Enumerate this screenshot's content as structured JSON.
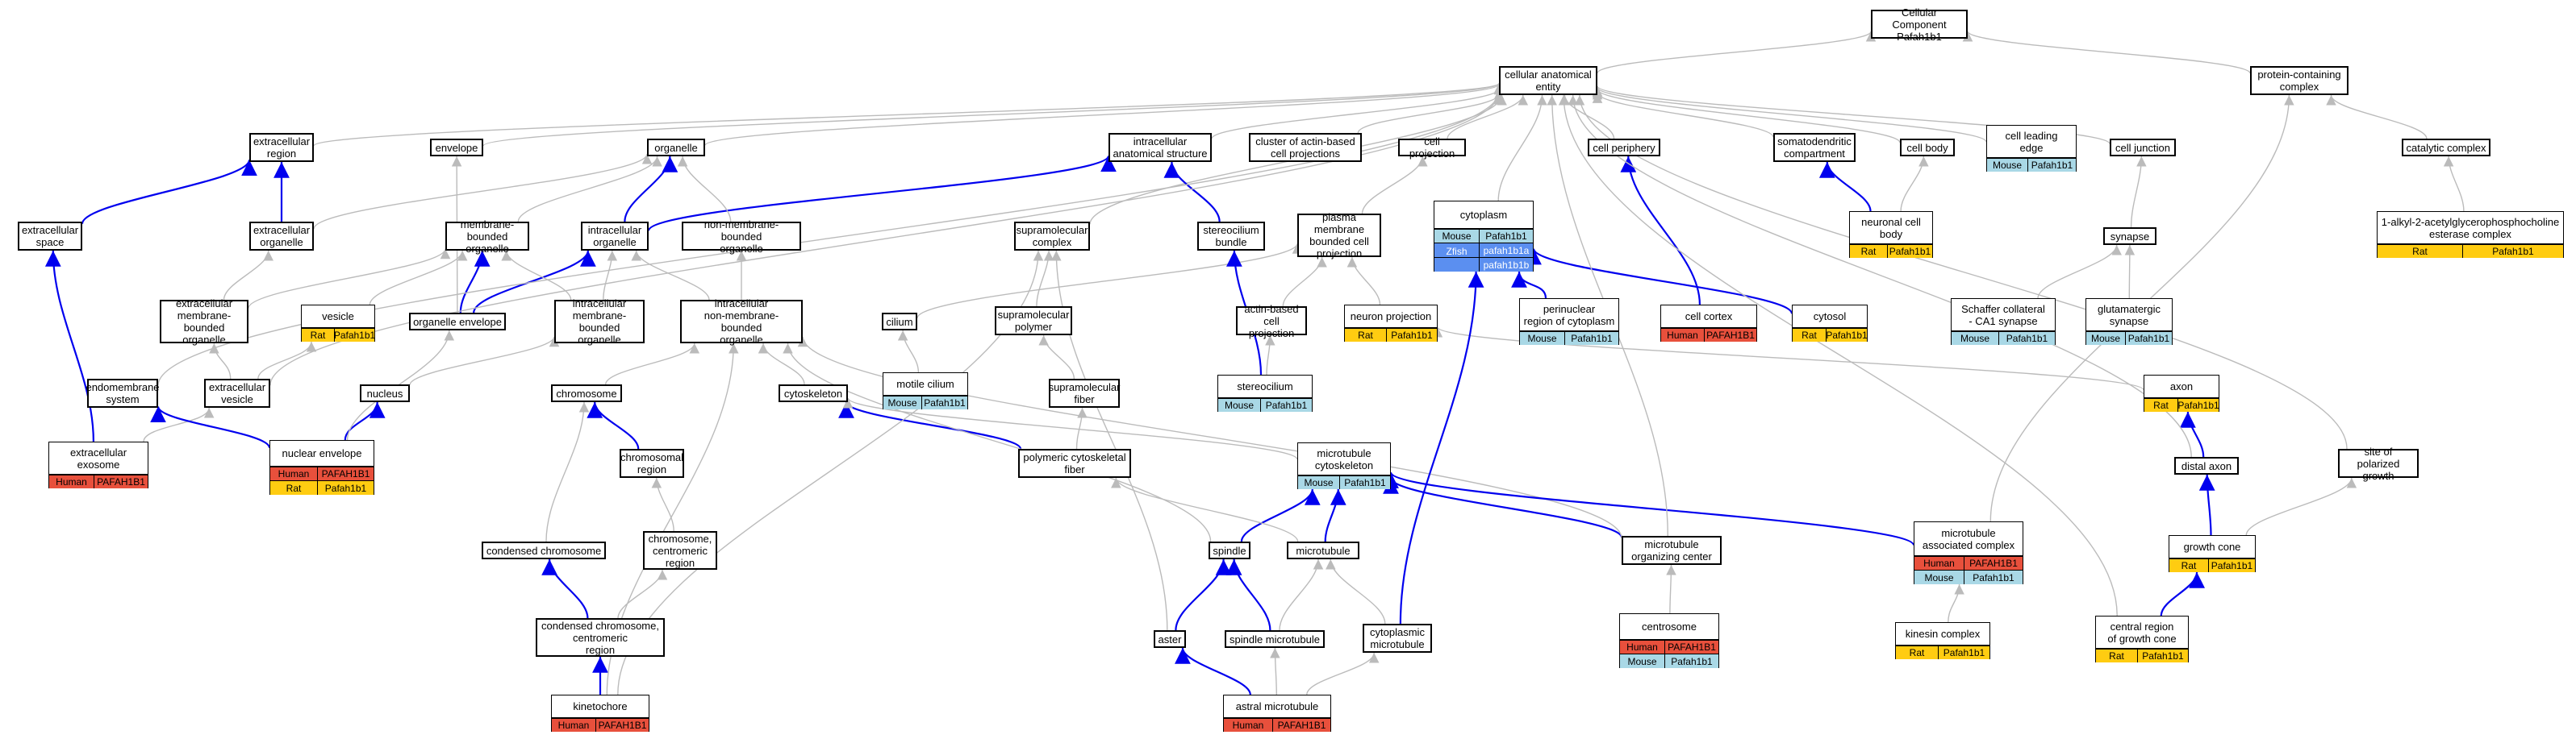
{
  "colors": {
    "human": "#e8503c",
    "mouse": "#a9d8e6",
    "rat": "#ffcc11",
    "zfish": "#5b8ff0",
    "gray_edge": "#bbbbbb",
    "blue_edge": "#0000ee"
  },
  "nodes": [
    {
      "id": "cc",
      "label": "Cellular Component\nPafah1b1"
    },
    {
      "id": "cae",
      "label": "cellular anatomical\nentity"
    },
    {
      "id": "pcc",
      "label": "protein-containing\ncomplex"
    },
    {
      "id": "exr",
      "label": "extracellular\nregion"
    },
    {
      "id": "env",
      "label": "envelope"
    },
    {
      "id": "org",
      "label": "organelle"
    },
    {
      "id": "ias",
      "label": "intracellular\nanatomical structure"
    },
    {
      "id": "cabcp",
      "label": "cluster of actin-based\ncell projections"
    },
    {
      "id": "cpr",
      "label": "cell projection"
    },
    {
      "id": "cper",
      "label": "cell periphery"
    },
    {
      "id": "sdc",
      "label": "somatodendritic\ncompartment"
    },
    {
      "id": "cbody",
      "label": "cell body"
    },
    {
      "id": "cjunc",
      "label": "cell junction"
    },
    {
      "id": "catc",
      "label": "catalytic complex"
    },
    {
      "id": "exs",
      "label": "extracellular\nspace"
    },
    {
      "id": "exo",
      "label": "extracellular\norganelle"
    },
    {
      "id": "mbo",
      "label": "membrane-bounded\norganelle"
    },
    {
      "id": "ico",
      "label": "intracellular\norganelle"
    },
    {
      "id": "nmbo",
      "label": "non-membrane-bounded\norganelle"
    },
    {
      "id": "smc",
      "label": "supramolecular\ncomplex"
    },
    {
      "id": "stb",
      "label": "stereocilium\nbundle"
    },
    {
      "id": "pmbcp",
      "label": "plasma membrane\nbounded cell\nprojection"
    },
    {
      "id": "syn",
      "label": "synapse"
    },
    {
      "id": "exmbo",
      "label": "extracellular\nmembrane-bounded\norganelle"
    },
    {
      "id": "oenv",
      "label": "organelle envelope"
    },
    {
      "id": "imbo",
      "label": "intracellular\nmembrane-bounded\norganelle"
    },
    {
      "id": "inmbo",
      "label": "intracellular\nnon-membrane-bounded\norganelle"
    },
    {
      "id": "cil",
      "label": "cilium"
    },
    {
      "id": "smp",
      "label": "supramolecular\npolymer"
    },
    {
      "id": "abcp",
      "label": "actin-based\ncell projection"
    },
    {
      "id": "ems",
      "label": "endomembrane\nsystem"
    },
    {
      "id": "exv",
      "label": "extracellular\nvesicle"
    },
    {
      "id": "nuc",
      "label": "nucleus"
    },
    {
      "id": "chr",
      "label": "chromosome"
    },
    {
      "id": "csk",
      "label": "cytoskeleton"
    },
    {
      "id": "smf",
      "label": "supramolecular\nfiber"
    },
    {
      "id": "crr",
      "label": "chromosomal\nregion"
    },
    {
      "id": "pcf",
      "label": "polymeric cytoskeletal\nfiber"
    },
    {
      "id": "cchr",
      "label": "condensed chromosome"
    },
    {
      "id": "ccr",
      "label": "chromosome,\ncentromeric\nregion"
    },
    {
      "id": "spd",
      "label": "spindle"
    },
    {
      "id": "mt",
      "label": "microtubule"
    },
    {
      "id": "mtoc",
      "label": "microtubule\norganizing center"
    },
    {
      "id": "ccc",
      "label": "condensed chromosome,\ncentromeric\nregion"
    },
    {
      "id": "ast",
      "label": "aster"
    },
    {
      "id": "spmt",
      "label": "spindle microtubule"
    },
    {
      "id": "cymt",
      "label": "cytoplasmic\nmicrotubule"
    },
    {
      "id": "dax",
      "label": "distal axon"
    },
    {
      "id": "spg",
      "label": "site of polarized\ngrowth"
    }
  ],
  "tables": [
    {
      "id": "clep",
      "label": "cell leading\nedge",
      "rows": [
        [
          {
            "sp": "mouse",
            "text": "Mouse"
          },
          {
            "sp": "mouse",
            "text": "Pafah1b1"
          }
        ]
      ]
    },
    {
      "id": "aapc",
      "label": "1-alkyl-2-acetylglycerophosphocholine\nesterase complex",
      "rows": [
        [
          {
            "sp": "rat",
            "text": "Rat"
          },
          {
            "sp": "rat",
            "text": "Pafah1b1"
          }
        ]
      ]
    },
    {
      "id": "cyto",
      "label": "cytoplasm",
      "special": "zfish",
      "rows": [
        [
          {
            "sp": "mouse",
            "text": "Mouse"
          },
          {
            "sp": "mouse",
            "text": "Pafah1b1"
          }
        ],
        [
          {
            "sp": "zfish",
            "text": "Zfish"
          },
          {
            "sp": "zfish",
            "text": "pafah1b1a"
          }
        ],
        [
          {
            "sp": "zfish",
            "text": ""
          },
          {
            "sp": "zfish",
            "text": "pafah1b1b"
          }
        ]
      ]
    },
    {
      "id": "ncb",
      "label": "neuronal cell\nbody",
      "rows": [
        [
          {
            "sp": "rat",
            "text": "Rat"
          },
          {
            "sp": "rat",
            "text": "Pafah1b1"
          }
        ]
      ]
    },
    {
      "id": "ves",
      "label": "vesicle",
      "rows": [
        [
          {
            "sp": "rat",
            "text": "Rat"
          },
          {
            "sp": "rat",
            "text": "Pafah1b1"
          }
        ]
      ]
    },
    {
      "id": "npj",
      "label": "neuron projection",
      "rows": [
        [
          {
            "sp": "rat",
            "text": "Rat"
          },
          {
            "sp": "rat",
            "text": "Pafah1b1"
          }
        ]
      ]
    },
    {
      "id": "prc",
      "label": "perinuclear\nregion of cytoplasm",
      "rows": [
        [
          {
            "sp": "mouse",
            "text": "Mouse"
          },
          {
            "sp": "mouse",
            "text": "Pafah1b1"
          }
        ]
      ]
    },
    {
      "id": "ccx",
      "label": "cell cortex",
      "rows": [
        [
          {
            "sp": "human",
            "text": "Human"
          },
          {
            "sp": "human",
            "text": "PAFAH1B1"
          }
        ]
      ]
    },
    {
      "id": "cyso",
      "label": "cytosol",
      "rows": [
        [
          {
            "sp": "rat",
            "text": "Rat"
          },
          {
            "sp": "rat",
            "text": "Pafah1b1"
          }
        ]
      ]
    },
    {
      "id": "sch",
      "label": "Schaffer collateral\n- CA1 synapse",
      "rows": [
        [
          {
            "sp": "mouse",
            "text": "Mouse"
          },
          {
            "sp": "mouse",
            "text": "Pafah1b1"
          }
        ]
      ]
    },
    {
      "id": "glu",
      "label": "glutamatergic\nsynapse",
      "rows": [
        [
          {
            "sp": "mouse",
            "text": "Mouse"
          },
          {
            "sp": "mouse",
            "text": "Pafah1b1"
          }
        ]
      ]
    },
    {
      "id": "mcil",
      "label": "motile cilium",
      "rows": [
        [
          {
            "sp": "mouse",
            "text": "Mouse"
          },
          {
            "sp": "mouse",
            "text": "Pafah1b1"
          }
        ]
      ]
    },
    {
      "id": "stc",
      "label": "stereocilium",
      "rows": [
        [
          {
            "sp": "mouse",
            "text": "Mouse"
          },
          {
            "sp": "mouse",
            "text": "Pafah1b1"
          }
        ]
      ]
    },
    {
      "id": "axn",
      "label": "axon",
      "rows": [
        [
          {
            "sp": "rat",
            "text": "Rat"
          },
          {
            "sp": "rat",
            "text": "Pafah1b1"
          }
        ]
      ]
    },
    {
      "id": "exe",
      "label": "extracellular\nexosome",
      "rows": [
        [
          {
            "sp": "human",
            "text": "Human"
          },
          {
            "sp": "human",
            "text": "PAFAH1B1"
          }
        ]
      ]
    },
    {
      "id": "nenv",
      "label": "nuclear envelope",
      "rows": [
        [
          {
            "sp": "human",
            "text": "Human"
          },
          {
            "sp": "human",
            "text": "PAFAH1B1"
          }
        ],
        [
          {
            "sp": "rat",
            "text": "Rat"
          },
          {
            "sp": "rat",
            "text": "Pafah1b1"
          }
        ]
      ]
    },
    {
      "id": "mtcs",
      "label": "microtubule\ncytoskeleton",
      "rows": [
        [
          {
            "sp": "mouse",
            "text": "Mouse"
          },
          {
            "sp": "mouse",
            "text": "Pafah1b1"
          }
        ]
      ]
    },
    {
      "id": "mtac",
      "label": "microtubule\nassociated complex",
      "rows": [
        [
          {
            "sp": "human",
            "text": "Human"
          },
          {
            "sp": "human",
            "text": "PAFAH1B1"
          }
        ],
        [
          {
            "sp": "mouse",
            "text": "Mouse"
          },
          {
            "sp": "mouse",
            "text": "Pafah1b1"
          }
        ]
      ]
    },
    {
      "id": "gcn",
      "label": "growth cone",
      "rows": [
        [
          {
            "sp": "rat",
            "text": "Rat"
          },
          {
            "sp": "rat",
            "text": "Pafah1b1"
          }
        ]
      ]
    },
    {
      "id": "ctr",
      "label": "centrosome",
      "rows": [
        [
          {
            "sp": "human",
            "text": "Human"
          },
          {
            "sp": "human",
            "text": "PAFAH1B1"
          }
        ],
        [
          {
            "sp": "mouse",
            "text": "Mouse"
          },
          {
            "sp": "mouse",
            "text": "Pafah1b1"
          }
        ]
      ]
    },
    {
      "id": "kin",
      "label": "kinesin complex",
      "rows": [
        [
          {
            "sp": "rat",
            "text": "Rat"
          },
          {
            "sp": "rat",
            "text": "Pafah1b1"
          }
        ]
      ]
    },
    {
      "id": "crgc",
      "label": "central region\nof growth cone",
      "rows": [
        [
          {
            "sp": "rat",
            "text": "Rat"
          },
          {
            "sp": "rat",
            "text": "Pafah1b1"
          }
        ]
      ]
    },
    {
      "id": "kt",
      "label": "kinetochore",
      "rows": [
        [
          {
            "sp": "human",
            "text": "Human"
          },
          {
            "sp": "human",
            "text": "PAFAH1B1"
          }
        ]
      ]
    },
    {
      "id": "amt",
      "label": "astral microtubule",
      "rows": [
        [
          {
            "sp": "human",
            "text": "Human"
          },
          {
            "sp": "human",
            "text": "PAFAH1B1"
          }
        ]
      ]
    }
  ],
  "edges": [
    [
      "cae",
      "cc",
      "g"
    ],
    [
      "pcc",
      "cc",
      "g"
    ],
    [
      "exr",
      "cae",
      "g"
    ],
    [
      "env",
      "cae",
      "g"
    ],
    [
      "org",
      "cae",
      "g"
    ],
    [
      "ias",
      "cae",
      "g"
    ],
    [
      "cabcp",
      "cae",
      "g"
    ],
    [
      "cpr",
      "cae",
      "g"
    ],
    [
      "cper",
      "cae",
      "g"
    ],
    [
      "sdc",
      "cae",
      "g"
    ],
    [
      "cbody",
      "cae",
      "g"
    ],
    [
      "cjunc",
      "cae",
      "g"
    ],
    [
      "clep",
      "cae",
      "g"
    ],
    [
      "cyto",
      "cae",
      "g"
    ],
    [
      "catc",
      "pcc",
      "g"
    ],
    [
      "aapc",
      "catc",
      "g"
    ],
    [
      "exs",
      "exr",
      "b"
    ],
    [
      "exo",
      "exr",
      "b"
    ],
    [
      "exo",
      "org",
      "g"
    ],
    [
      "mbo",
      "org",
      "g"
    ],
    [
      "ico",
      "org",
      "b"
    ],
    [
      "ico",
      "ias",
      "b"
    ],
    [
      "nmbo",
      "org",
      "g"
    ],
    [
      "smc",
      "cae",
      "g"
    ],
    [
      "stb",
      "ias",
      "b"
    ],
    [
      "pmbcp",
      "cpr",
      "g"
    ],
    [
      "ncb",
      "sdc",
      "b"
    ],
    [
      "ncb",
      "cbody",
      "g"
    ],
    [
      "syn",
      "cjunc",
      "g"
    ],
    [
      "exmbo",
      "exo",
      "g"
    ],
    [
      "exmbo",
      "mbo",
      "g"
    ],
    [
      "ves",
      "mbo",
      "g"
    ],
    [
      "oenv",
      "env",
      "g"
    ],
    [
      "oenv",
      "mbo",
      "b"
    ],
    [
      "oenv",
      "ico",
      "b"
    ],
    [
      "imbo",
      "mbo",
      "g"
    ],
    [
      "imbo",
      "ico",
      "g"
    ],
    [
      "inmbo",
      "ico",
      "g"
    ],
    [
      "inmbo",
      "nmbo",
      "g"
    ],
    [
      "cil",
      "pmbcp",
      "g"
    ],
    [
      "smp",
      "smc",
      "g"
    ],
    [
      "stc",
      "stb",
      "b"
    ],
    [
      "stc",
      "abcp",
      "g"
    ],
    [
      "abcp",
      "pmbcp",
      "g"
    ],
    [
      "npj",
      "pmbcp",
      "g"
    ],
    [
      "prc",
      "cyto",
      "b"
    ],
    [
      "ccx",
      "cper",
      "b"
    ],
    [
      "cyso",
      "cyto",
      "b"
    ],
    [
      "sch",
      "syn",
      "g"
    ],
    [
      "glu",
      "syn",
      "g"
    ],
    [
      "ems",
      "cae",
      "g"
    ],
    [
      "exv",
      "exmbo",
      "g"
    ],
    [
      "exv",
      "ves",
      "g"
    ],
    [
      "nuc",
      "imbo",
      "g"
    ],
    [
      "chr",
      "inmbo",
      "g"
    ],
    [
      "csk",
      "inmbo",
      "g"
    ],
    [
      "smf",
      "smp",
      "g"
    ],
    [
      "mcil",
      "cil",
      "g"
    ],
    [
      "axn",
      "npj",
      "g"
    ],
    [
      "exe",
      "exs",
      "b"
    ],
    [
      "exe",
      "exv",
      "g"
    ],
    [
      "nenv",
      "nuc",
      "b"
    ],
    [
      "nenv",
      "ems",
      "b"
    ],
    [
      "nenv",
      "oenv",
      "g"
    ],
    [
      "crr",
      "chr",
      "b"
    ],
    [
      "pcf",
      "csk",
      "b"
    ],
    [
      "pcf",
      "smf",
      "g"
    ],
    [
      "mtcs",
      "csk",
      "g"
    ],
    [
      "cchr",
      "chr",
      "g"
    ],
    [
      "ccr",
      "crr",
      "g"
    ],
    [
      "spd",
      "mtcs",
      "b"
    ],
    [
      "spd",
      "inmbo",
      "g"
    ],
    [
      "mt",
      "mtcs",
      "b"
    ],
    [
      "mt",
      "pcf",
      "g"
    ],
    [
      "mtoc",
      "mtcs",
      "b"
    ],
    [
      "mtoc",
      "inmbo",
      "g"
    ],
    [
      "mtac",
      "mtcs",
      "b"
    ],
    [
      "mtac",
      "pcc",
      "g"
    ],
    [
      "dax",
      "axn",
      "b"
    ],
    [
      "gcn",
      "dax",
      "b"
    ],
    [
      "gcn",
      "spg",
      "g"
    ],
    [
      "spg",
      "cae",
      "g"
    ],
    [
      "ccc",
      "cchr",
      "b"
    ],
    [
      "ccc",
      "ccr",
      "g"
    ],
    [
      "ctr",
      "mtoc",
      "g"
    ],
    [
      "kin",
      "mtac",
      "g"
    ],
    [
      "crgc",
      "gcn",
      "b"
    ],
    [
      "crgc",
      "cae",
      "g"
    ],
    [
      "ast",
      "spd",
      "b"
    ],
    [
      "ast",
      "smc",
      "g"
    ],
    [
      "spmt",
      "spd",
      "b"
    ],
    [
      "spmt",
      "mt",
      "g"
    ],
    [
      "cymt",
      "mt",
      "g"
    ],
    [
      "cymt",
      "cyto",
      "b"
    ],
    [
      "kt",
      "ccc",
      "b"
    ],
    [
      "kt",
      "inmbo",
      "g"
    ],
    [
      "kt",
      "smc",
      "g"
    ],
    [
      "amt",
      "ast",
      "b"
    ],
    [
      "amt",
      "spmt",
      "g"
    ],
    [
      "amt",
      "cymt",
      "g"
    ],
    [
      "dax",
      "cae",
      "g"
    ],
    [
      "mtoc",
      "cae",
      "g"
    ],
    [
      "exv",
      "cae",
      "g"
    ]
  ]
}
